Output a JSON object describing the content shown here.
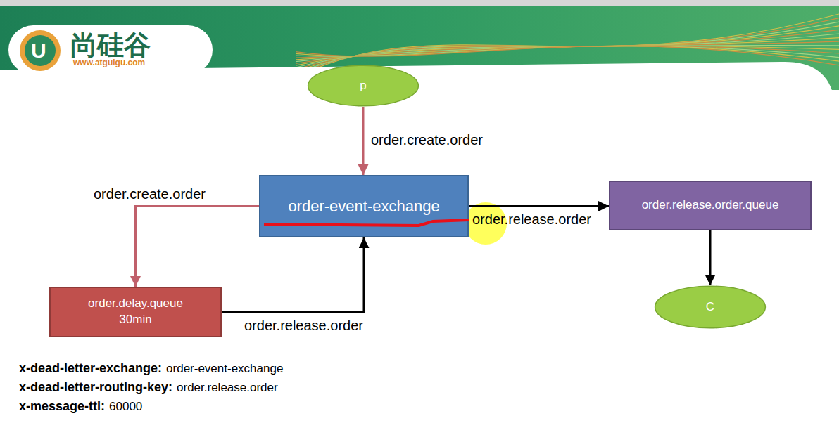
{
  "diagram": {
    "nodes": [
      {
        "text": [
          "p"
        ]
      },
      {
        "text": [
          "order-event-exchange"
        ]
      },
      {
        "text": [
          "order.release.order.queue"
        ]
      },
      {
        "text": [
          "order.delay.queue",
          "30min"
        ]
      },
      {
        "text": [
          "C"
        ]
      }
    ],
    "edges": [
      {
        "from": 0,
        "to": 1,
        "arrow": "to",
        "label": "order.create.order"
      },
      {
        "from": 1,
        "to": 3,
        "arrow": "to",
        "label": "order.create.order"
      },
      {
        "from": 3,
        "to": 1,
        "arrow": "to",
        "label": "order.release.order"
      },
      {
        "from": 1,
        "to": 2,
        "arrow": "to",
        "label": "order.release.order"
      },
      {
        "from": 2,
        "to": 4,
        "arrow": "to"
      }
    ],
    "labels": [
      "U",
      "尚硅谷",
      "www.atguigu.com",
      "x-dead-letter-exchange:",
      "order-event-exchange",
      "x-dead-letter-routing-key:",
      "order.release.order",
      "x-message-ttl:",
      "60000"
    ]
  }
}
